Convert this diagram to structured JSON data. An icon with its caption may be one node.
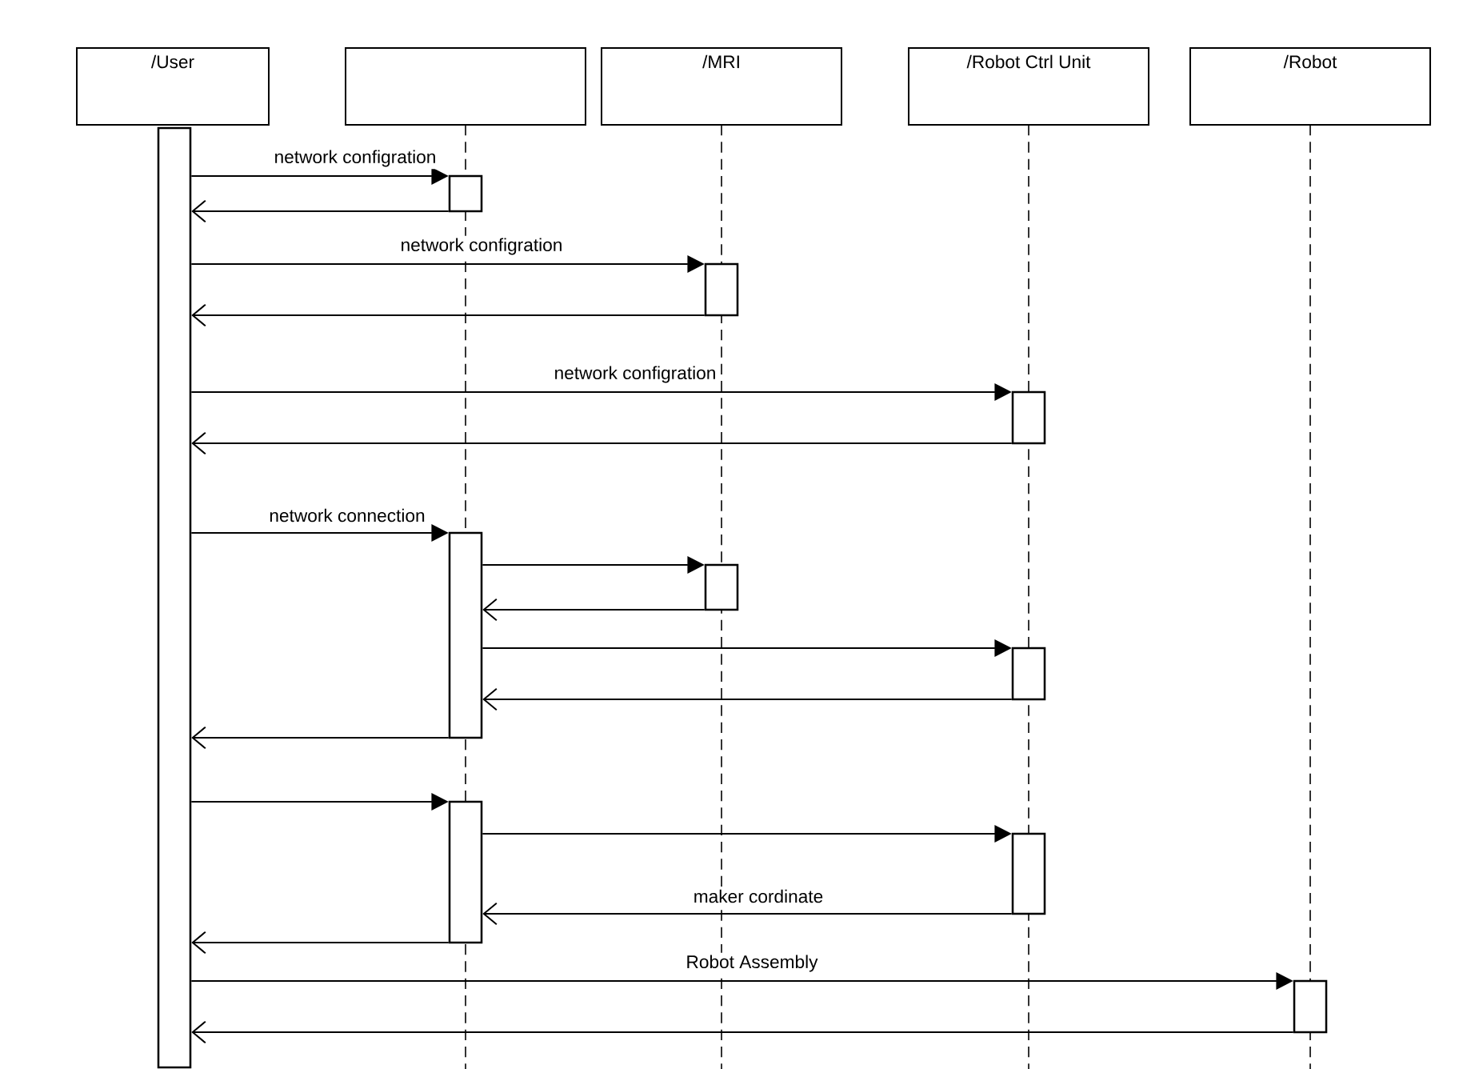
{
  "diagram": {
    "nodes": [
      {
        "text": [
          "/User"
        ]
      },
      {
        "text": [],
        "shape": "box"
      },
      {
        "text": [
          "/MRI"
        ]
      },
      {
        "text": [
          "/Robot Ctrl Unit"
        ]
      },
      {
        "text": [
          "/Robot"
        ]
      },
      {
        "text": [],
        "shape": "bar"
      },
      {
        "text": [],
        "shape": "bar"
      },
      {
        "text": [],
        "shape": "bar"
      },
      {
        "text": [],
        "shape": "bar"
      },
      {
        "text": [],
        "shape": "bar"
      },
      {
        "text": [],
        "shape": "bar"
      },
      {
        "text": [],
        "shape": "bar"
      },
      {
        "text": [],
        "shape": "bar"
      },
      {
        "text": [],
        "shape": "bar"
      },
      {
        "text": [],
        "shape": "bar"
      }
    ],
    "edges": [
      {
        "from": 5,
        "to": 6,
        "arrow": "to",
        "label": "network configration"
      },
      {
        "from": 6,
        "to": 5,
        "arrow": "to"
      },
      {
        "from": 5,
        "to": 7,
        "arrow": "to",
        "label": "network configration"
      },
      {
        "from": 7,
        "to": 5,
        "arrow": "to"
      },
      {
        "from": 5,
        "to": 8,
        "arrow": "to",
        "label": "network configration"
      },
      {
        "from": 8,
        "to": 5,
        "arrow": "to"
      },
      {
        "from": 5,
        "to": 9,
        "arrow": "to",
        "label": "network connection"
      },
      {
        "from": 9,
        "to": 10,
        "arrow": "to"
      },
      {
        "from": 10,
        "to": 9,
        "arrow": "to"
      },
      {
        "from": 9,
        "to": 11,
        "arrow": "to"
      },
      {
        "from": 11,
        "to": 9,
        "arrow": "to"
      },
      {
        "from": 9,
        "to": 5,
        "arrow": "to"
      },
      {
        "from": 5,
        "to": 12,
        "arrow": "to"
      },
      {
        "from": 12,
        "to": 13,
        "arrow": "to"
      },
      {
        "from": 13,
        "to": 12,
        "arrow": "to",
        "label": "maker cordinate"
      },
      {
        "from": 12,
        "to": 5,
        "arrow": "to"
      },
      {
        "from": 5,
        "to": 14,
        "arrow": "to",
        "label": "Robot Assembly"
      },
      {
        "from": 14,
        "to": 5,
        "arrow": "to"
      }
    ]
  }
}
